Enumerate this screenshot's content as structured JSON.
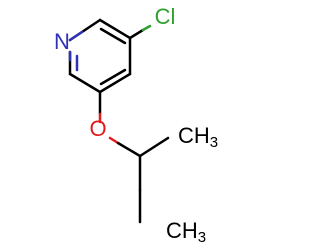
{
  "molecule": {
    "atoms": {
      "n": {
        "symbol": "N",
        "color": "#2f32b6"
      },
      "cl": {
        "symbol": "Cl",
        "color": "#2f9f2f"
      },
      "o": {
        "symbol": "O",
        "color": "#e21c1c"
      },
      "ch3_top": {
        "symbol": "CH",
        "sub": "3",
        "color": "#000000"
      },
      "ch3_bottom": {
        "symbol": "CH",
        "sub": "3",
        "color": "#000000"
      }
    }
  }
}
